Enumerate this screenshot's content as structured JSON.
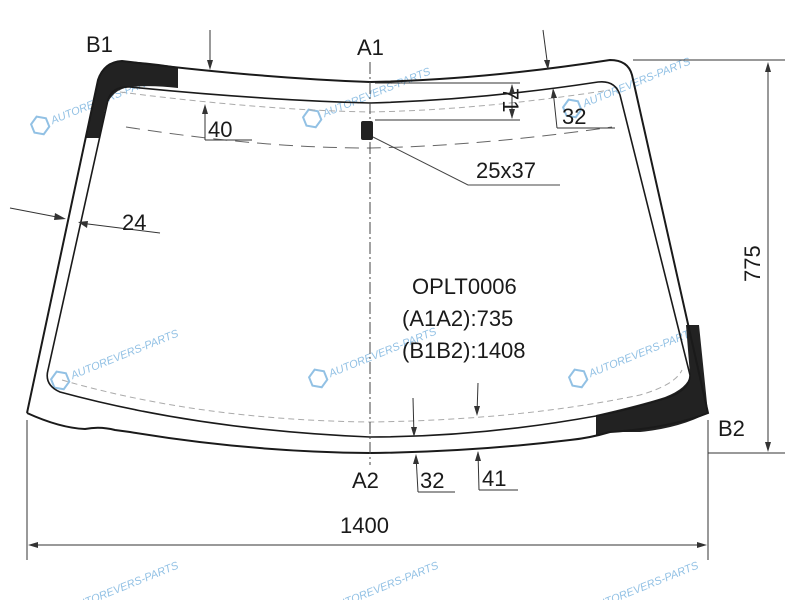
{
  "part_code": "OPLT0006",
  "a1a2": "(A1A2):735",
  "b1b2": "(B1B2):1408",
  "points": {
    "a1": "A1",
    "a2": "A2",
    "b1": "B1",
    "b2": "B2"
  },
  "dimensions": {
    "width": "1400",
    "height": "775",
    "band_top": "40",
    "top_offset": "71",
    "top_right": "32",
    "sensor": "25x37",
    "side": "24",
    "bottom_left": "32",
    "bottom_right": "41"
  },
  "watermark": {
    "text": "AUTOREVERS-PARTS",
    "logo": "AR"
  },
  "colors": {
    "line": "#1a1a1a",
    "black_band": "#222222",
    "dash": "#999999",
    "watermark": "#7fb6e0"
  }
}
